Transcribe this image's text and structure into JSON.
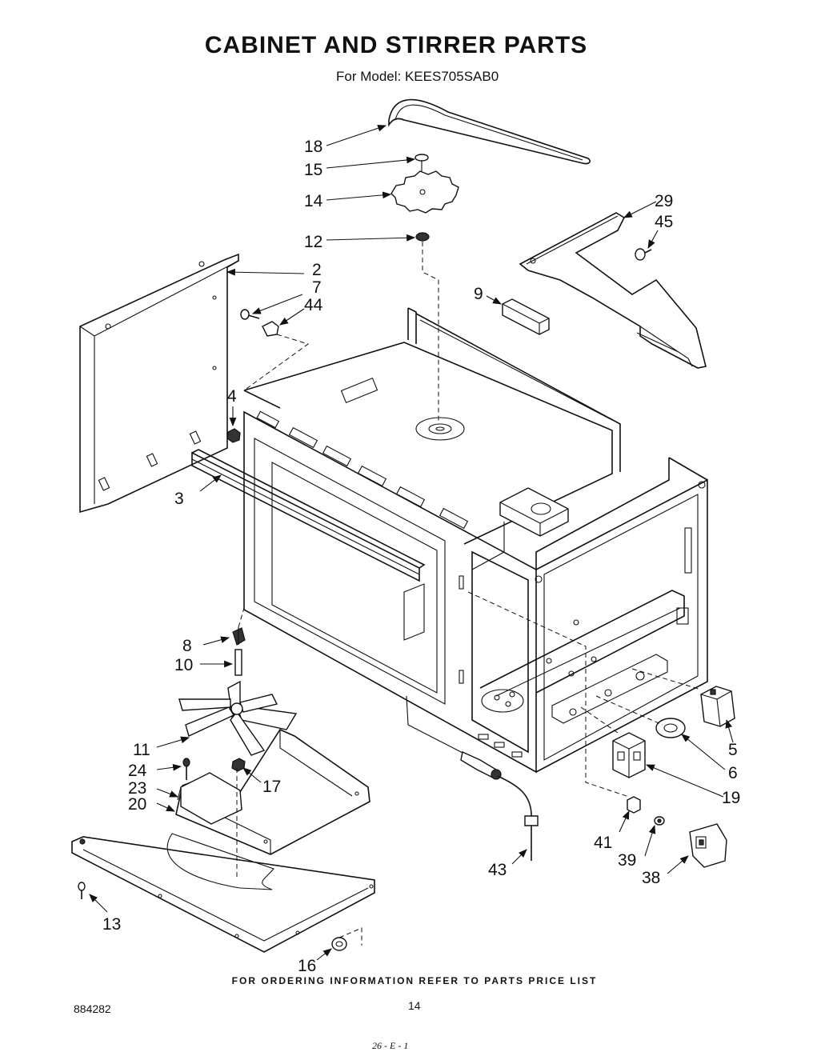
{
  "header": {
    "title": "CABINET AND STIRRER PARTS",
    "subtitle": "For Model: KEES705SAB0"
  },
  "callouts": [
    "18",
    "15",
    "14",
    "12",
    "2",
    "7",
    "44",
    "9",
    "29",
    "45",
    "4",
    "3",
    "8",
    "10",
    "11",
    "24",
    "17",
    "23",
    "20",
    "13",
    "16",
    "43",
    "41",
    "39",
    "38",
    "19",
    "6",
    "5"
  ],
  "footer": {
    "note": "FOR ORDERING INFORMATION REFER TO PARTS PRICE LIST",
    "doc_number": "884282",
    "page_number": "14",
    "handwritten": "26 - E - 1"
  }
}
